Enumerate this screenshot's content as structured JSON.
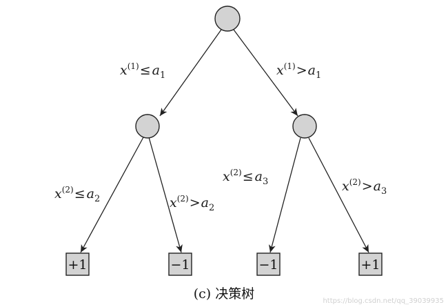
{
  "colors": {
    "node_fill": "#d3d3d3",
    "stroke": "#222222",
    "leaf_fill": "#d3d3d3"
  },
  "edges": {
    "root_left": {
      "var": "x",
      "sup": "(1)",
      "op": "≤",
      "param": "a",
      "sub": "1"
    },
    "root_right": {
      "var": "x",
      "sup": "(1)",
      "op": ">",
      "param": "a",
      "sub": "1"
    },
    "left_left": {
      "var": "x",
      "sup": "(2)",
      "op": "≤",
      "param": "a",
      "sub": "2"
    },
    "left_right": {
      "var": "x",
      "sup": "(2)",
      "op": ">",
      "param": "a",
      "sub": "2"
    },
    "right_left": {
      "var": "x",
      "sup": "(2)",
      "op": "≤",
      "param": "a",
      "sub": "3"
    },
    "right_right": {
      "var": "x",
      "sup": "(2)",
      "op": ">",
      "param": "a",
      "sub": "3"
    }
  },
  "leaves": {
    "leaf1": "+1",
    "leaf2": "−1",
    "leaf3": "−1",
    "leaf4": "+1"
  },
  "caption": "(c) 决策树",
  "watermark": "https://blog.csdn.net/qq_39039935"
}
